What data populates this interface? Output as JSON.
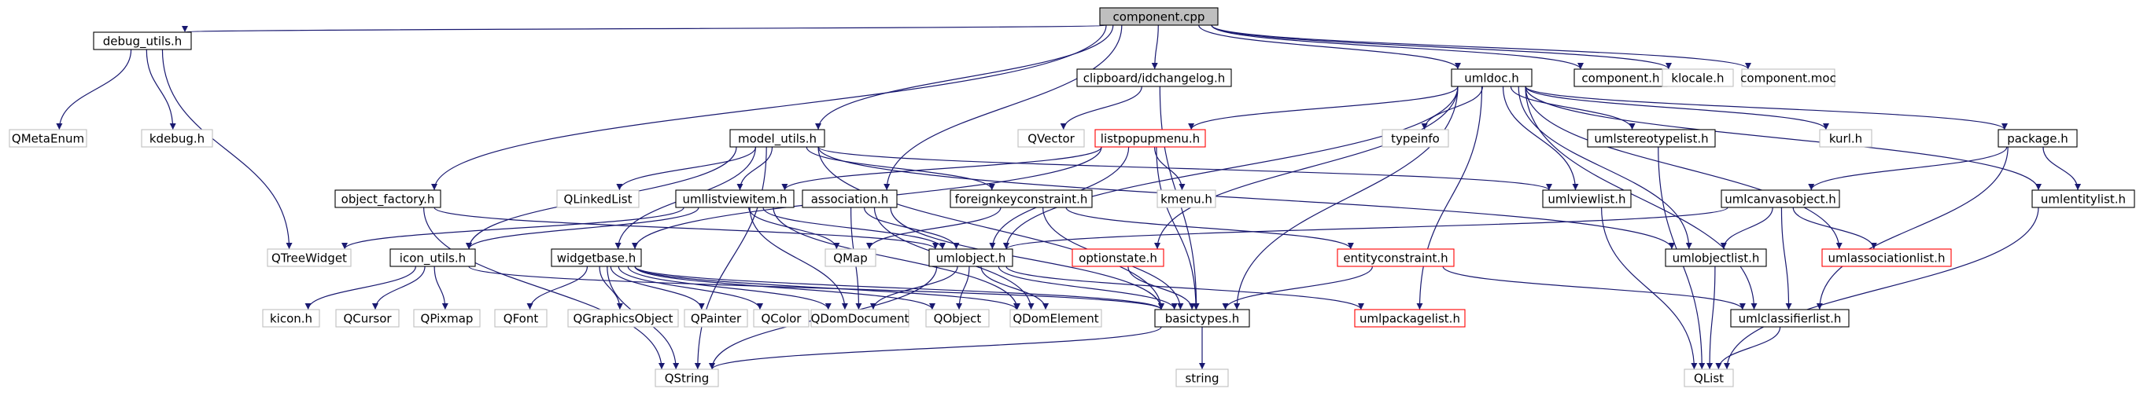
{
  "colors": {
    "edge": "#191970",
    "box_default": "#000000",
    "box_undocumented": "#ff0000",
    "box_external": "#bfbfbf",
    "root_fill": "#bfbfbf",
    "text": "#000000"
  },
  "nodes": [
    {
      "id": "component_cpp",
      "label": "component.cpp",
      "kind": "root"
    },
    {
      "id": "debug_utils_h",
      "label": "debug_utils.h",
      "kind": "default"
    },
    {
      "id": "clipboard_idchangelog_h",
      "label": "clipboard/idchangelog.h",
      "kind": "default"
    },
    {
      "id": "umldoc_h",
      "label": "umldoc.h",
      "kind": "default"
    },
    {
      "id": "component_h",
      "label": "component.h",
      "kind": "default"
    },
    {
      "id": "klocale_h",
      "label": "klocale.h",
      "kind": "external"
    },
    {
      "id": "component_moc",
      "label": "component.moc",
      "kind": "external"
    },
    {
      "id": "QMetaEnum",
      "label": "QMetaEnum",
      "kind": "external"
    },
    {
      "id": "kdebug_h",
      "label": "kdebug.h",
      "kind": "external"
    },
    {
      "id": "model_utils_h",
      "label": "model_utils.h",
      "kind": "default"
    },
    {
      "id": "QVector",
      "label": "QVector",
      "kind": "external"
    },
    {
      "id": "listpopupmenu_h",
      "label": "listpopupmenu.h",
      "kind": "undocumented"
    },
    {
      "id": "typeinfo",
      "label": "typeinfo",
      "kind": "external"
    },
    {
      "id": "umlstereotypelist_h",
      "label": "umlstereotypelist.h",
      "kind": "default"
    },
    {
      "id": "kurl_h",
      "label": "kurl.h",
      "kind": "external"
    },
    {
      "id": "package_h",
      "label": "package.h",
      "kind": "default"
    },
    {
      "id": "object_factory_h",
      "label": "object_factory.h",
      "kind": "default"
    },
    {
      "id": "QLinkedList",
      "label": "QLinkedList",
      "kind": "external"
    },
    {
      "id": "umllistviewitem_h",
      "label": "umllistviewitem.h",
      "kind": "default"
    },
    {
      "id": "association_h",
      "label": "association.h",
      "kind": "default"
    },
    {
      "id": "foreignkeyconstraint_h",
      "label": "foreignkeyconstraint.h",
      "kind": "default"
    },
    {
      "id": "kmenu_h",
      "label": "kmenu.h",
      "kind": "external"
    },
    {
      "id": "umlviewlist_h",
      "label": "umlviewlist.h",
      "kind": "default"
    },
    {
      "id": "umlcanvasobject_h",
      "label": "umlcanvasobject.h",
      "kind": "default"
    },
    {
      "id": "umlentitylist_h",
      "label": "umlentitylist.h",
      "kind": "default"
    },
    {
      "id": "QTreeWidget",
      "label": "QTreeWidget",
      "kind": "external"
    },
    {
      "id": "icon_utils_h",
      "label": "icon_utils.h",
      "kind": "default"
    },
    {
      "id": "widgetbase_h",
      "label": "widgetbase.h",
      "kind": "default"
    },
    {
      "id": "QMap",
      "label": "QMap",
      "kind": "external"
    },
    {
      "id": "umlobject_h",
      "label": "umlobject.h",
      "kind": "default"
    },
    {
      "id": "optionstate_h",
      "label": "optionstate.h",
      "kind": "undocumented"
    },
    {
      "id": "entityconstraint_h",
      "label": "entityconstraint.h",
      "kind": "undocumented"
    },
    {
      "id": "umlobjectlist_h",
      "label": "umlobjectlist.h",
      "kind": "default"
    },
    {
      "id": "umlassociationlist_h",
      "label": "umlassociationlist.h",
      "kind": "undocumented"
    },
    {
      "id": "kicon_h",
      "label": "kicon.h",
      "kind": "external"
    },
    {
      "id": "QCursor",
      "label": "QCursor",
      "kind": "external"
    },
    {
      "id": "QPixmap",
      "label": "QPixmap",
      "kind": "external"
    },
    {
      "id": "QFont",
      "label": "QFont",
      "kind": "external"
    },
    {
      "id": "QGraphicsObject",
      "label": "QGraphicsObject",
      "kind": "external"
    },
    {
      "id": "QPainter",
      "label": "QPainter",
      "kind": "external"
    },
    {
      "id": "QColor",
      "label": "QColor",
      "kind": "external"
    },
    {
      "id": "QDomDocument",
      "label": "QDomDocument",
      "kind": "external"
    },
    {
      "id": "QObject",
      "label": "QObject",
      "kind": "external"
    },
    {
      "id": "QDomElement",
      "label": "QDomElement",
      "kind": "external"
    },
    {
      "id": "basictypes_h",
      "label": "basictypes.h",
      "kind": "default"
    },
    {
      "id": "umlpackagelist_h",
      "label": "umlpackagelist.h",
      "kind": "undocumented"
    },
    {
      "id": "umlclassifierlist_h",
      "label": "umlclassifierlist.h",
      "kind": "default"
    },
    {
      "id": "QString",
      "label": "QString",
      "kind": "external"
    },
    {
      "id": "string",
      "label": "string",
      "kind": "external"
    },
    {
      "id": "QList",
      "label": "QList",
      "kind": "external"
    }
  ],
  "edges": [
    [
      "component_cpp",
      "debug_utils_h"
    ],
    [
      "component_cpp",
      "clipboard_idchangelog_h"
    ],
    [
      "component_cpp",
      "umldoc_h"
    ],
    [
      "component_cpp",
      "component_h"
    ],
    [
      "component_cpp",
      "klocale_h"
    ],
    [
      "component_cpp",
      "component_moc"
    ],
    [
      "component_cpp",
      "model_utils_h"
    ],
    [
      "component_cpp",
      "object_factory_h"
    ],
    [
      "component_cpp",
      "association_h"
    ],
    [
      "debug_utils_h",
      "QMetaEnum"
    ],
    [
      "debug_utils_h",
      "kdebug_h"
    ],
    [
      "debug_utils_h",
      "QTreeWidget"
    ],
    [
      "clipboard_idchangelog_h",
      "QVector"
    ],
    [
      "clipboard_idchangelog_h",
      "basictypes_h"
    ],
    [
      "umldoc_h",
      "listpopupmenu_h"
    ],
    [
      "umldoc_h",
      "typeinfo"
    ],
    [
      "umldoc_h",
      "umlstereotypelist_h"
    ],
    [
      "umldoc_h",
      "kurl_h"
    ],
    [
      "umldoc_h",
      "package_h"
    ],
    [
      "umldoc_h",
      "umlentitylist_h"
    ],
    [
      "umldoc_h",
      "umlviewlist_h"
    ],
    [
      "umldoc_h",
      "umlobjectlist_h"
    ],
    [
      "umldoc_h",
      "umlassociationlist_h"
    ],
    [
      "umldoc_h",
      "umlclassifierlist_h"
    ],
    [
      "umldoc_h",
      "umlpackagelist_h"
    ],
    [
      "umldoc_h",
      "basictypes_h"
    ],
    [
      "umldoc_h",
      "optionstate_h"
    ],
    [
      "umldoc_h",
      "umlobject_h"
    ],
    [
      "model_utils_h",
      "QLinkedList"
    ],
    [
      "model_utils_h",
      "umllistviewitem_h"
    ],
    [
      "model_utils_h",
      "foreignkeyconstraint_h"
    ],
    [
      "model_utils_h",
      "umlviewlist_h"
    ],
    [
      "model_utils_h",
      "umlobjectlist_h"
    ],
    [
      "model_utils_h",
      "icon_utils_h"
    ],
    [
      "model_utils_h",
      "widgetbase_h"
    ],
    [
      "model_utils_h",
      "basictypes_h"
    ],
    [
      "model_utils_h",
      "QString"
    ],
    [
      "listpopupmenu_h",
      "kmenu_h"
    ],
    [
      "listpopupmenu_h",
      "umlobject_h"
    ],
    [
      "listpopupmenu_h",
      "basictypes_h"
    ],
    [
      "listpopupmenu_h",
      "umllistviewitem_h"
    ],
    [
      "listpopupmenu_h",
      "widgetbase_h"
    ],
    [
      "umlstereotypelist_h",
      "QList"
    ],
    [
      "package_h",
      "umlcanvasobject_h"
    ],
    [
      "package_h",
      "umlentitylist_h"
    ],
    [
      "package_h",
      "umlclassifierlist_h"
    ],
    [
      "object_factory_h",
      "umlobject_h"
    ],
    [
      "object_factory_h",
      "QString"
    ],
    [
      "umllistviewitem_h",
      "QTreeWidget"
    ],
    [
      "umllistviewitem_h",
      "icon_utils_h"
    ],
    [
      "umllistviewitem_h",
      "QMap"
    ],
    [
      "umllistviewitem_h",
      "umlobject_h"
    ],
    [
      "umllistviewitem_h",
      "QDomDocument"
    ],
    [
      "umllistviewitem_h",
      "QDomElement"
    ],
    [
      "association_h",
      "umlobject_h"
    ],
    [
      "association_h",
      "QDomDocument"
    ],
    [
      "association_h",
      "QDomElement"
    ],
    [
      "association_h",
      "basictypes_h"
    ],
    [
      "foreignkeyconstraint_h",
      "QMap"
    ],
    [
      "foreignkeyconstraint_h",
      "entityconstraint_h"
    ],
    [
      "foreignkeyconstraint_h",
      "basictypes_h"
    ],
    [
      "umlviewlist_h",
      "QList"
    ],
    [
      "umlcanvasobject_h",
      "umlobject_h"
    ],
    [
      "umlcanvasobject_h",
      "umlobjectlist_h"
    ],
    [
      "umlcanvasobject_h",
      "umlassociationlist_h"
    ],
    [
      "umlcanvasobject_h",
      "umlclassifierlist_h"
    ],
    [
      "umlentitylist_h",
      "QList"
    ],
    [
      "icon_utils_h",
      "kicon_h"
    ],
    [
      "icon_utils_h",
      "QCursor"
    ],
    [
      "icon_utils_h",
      "QPixmap"
    ],
    [
      "icon_utils_h",
      "basictypes_h"
    ],
    [
      "widgetbase_h",
      "QFont"
    ],
    [
      "widgetbase_h",
      "QGraphicsObject"
    ],
    [
      "widgetbase_h",
      "QPainter"
    ],
    [
      "widgetbase_h",
      "QColor"
    ],
    [
      "widgetbase_h",
      "QDomDocument"
    ],
    [
      "widgetbase_h",
      "QObject"
    ],
    [
      "widgetbase_h",
      "QDomElement"
    ],
    [
      "widgetbase_h",
      "basictypes_h"
    ],
    [
      "widgetbase_h",
      "QString"
    ],
    [
      "umlobject_h",
      "QDomDocument"
    ],
    [
      "umlobject_h",
      "QObject"
    ],
    [
      "umlobject_h",
      "QDomElement"
    ],
    [
      "umlobject_h",
      "basictypes_h"
    ],
    [
      "umlobject_h",
      "umlpackagelist_h"
    ],
    [
      "umlobject_h",
      "QString"
    ],
    [
      "optionstate_h",
      "basictypes_h"
    ],
    [
      "entityconstraint_h",
      "basictypes_h"
    ],
    [
      "entityconstraint_h",
      "umlclassifierlist_h"
    ],
    [
      "umlobjectlist_h",
      "QList"
    ],
    [
      "umlclassifierlist_h",
      "QList"
    ],
    [
      "basictypes_h",
      "QString"
    ],
    [
      "basictypes_h",
      "string"
    ]
  ]
}
